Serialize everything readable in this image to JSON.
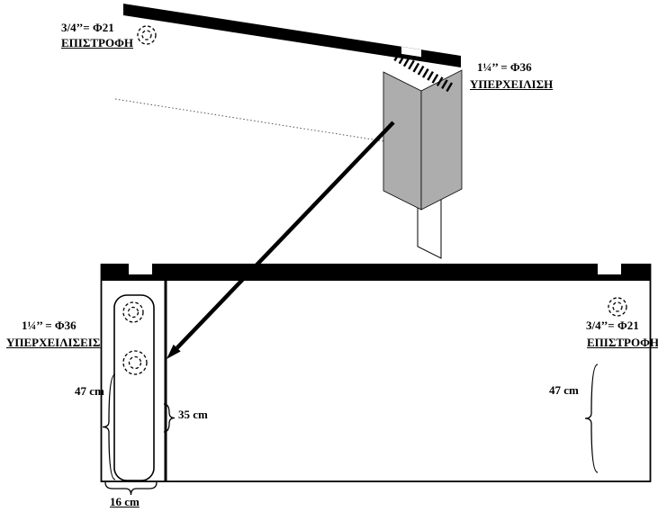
{
  "diagram": {
    "top_view": {
      "return_size": "3/4’’= Φ21",
      "return_name": "ΕΠΙΣΤΡΟΦΗ",
      "overflow_size": "1¼’’ = Φ36",
      "overflow_name": "ΥΠΕΡΧΕΙΛΙΣΗ"
    },
    "front_view": {
      "overflow_size": "1¼’’ = Φ36",
      "overflow_name": "ΥΠΕΡΧΕΙΛΙΣΕΙΣ",
      "return_size": "3/4’’= Φ21",
      "return_name": "ΕΠΙΣΤΡΟΦΗ",
      "left_height": "47 cm",
      "partition_height": "35 cm",
      "right_height": "47 cm",
      "chamber_width": "16 cm"
    },
    "colors": {
      "ink": "#000000",
      "panel_gray": "#adadad",
      "background": "#ffffff"
    }
  }
}
